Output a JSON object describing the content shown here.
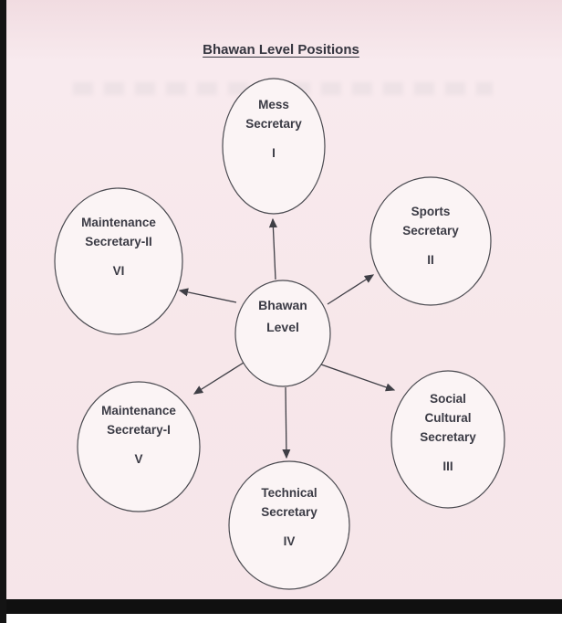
{
  "title": "Bhawan Level Positions",
  "center": {
    "lines": [
      "Bhawan",
      "Level"
    ]
  },
  "nodes": {
    "mess": {
      "lines": [
        "Mess",
        "Secretary"
      ],
      "numeral": "I"
    },
    "sports": {
      "lines": [
        "Sports",
        "Secretary"
      ],
      "numeral": "II"
    },
    "social": {
      "lines": [
        "Social",
        "Cultural",
        "Secretary"
      ],
      "numeral": "III"
    },
    "technical": {
      "lines": [
        "Technical",
        "Secretary"
      ],
      "numeral": "IV"
    },
    "maintenance1": {
      "lines": [
        "Maintenance",
        "Secretary-I"
      ],
      "numeral": "V"
    },
    "maintenance2": {
      "lines": [
        "Maintenance",
        "Secretary-II"
      ],
      "numeral": "VI"
    }
  },
  "edges": [
    {
      "from": "bhawan-level",
      "to": "mess-secretary"
    },
    {
      "from": "bhawan-level",
      "to": "sports-secretary"
    },
    {
      "from": "bhawan-level",
      "to": "social-cultural-secretary"
    },
    {
      "from": "bhawan-level",
      "to": "technical-secretary"
    },
    {
      "from": "bhawan-level",
      "to": "maintenance-secretary-1"
    },
    {
      "from": "bhawan-level",
      "to": "maintenance-secretary-2"
    }
  ],
  "colors": {
    "paper": "#f7e7ea",
    "ink": "#3b3b45",
    "ellipse_fill": "#fbf4f5"
  }
}
